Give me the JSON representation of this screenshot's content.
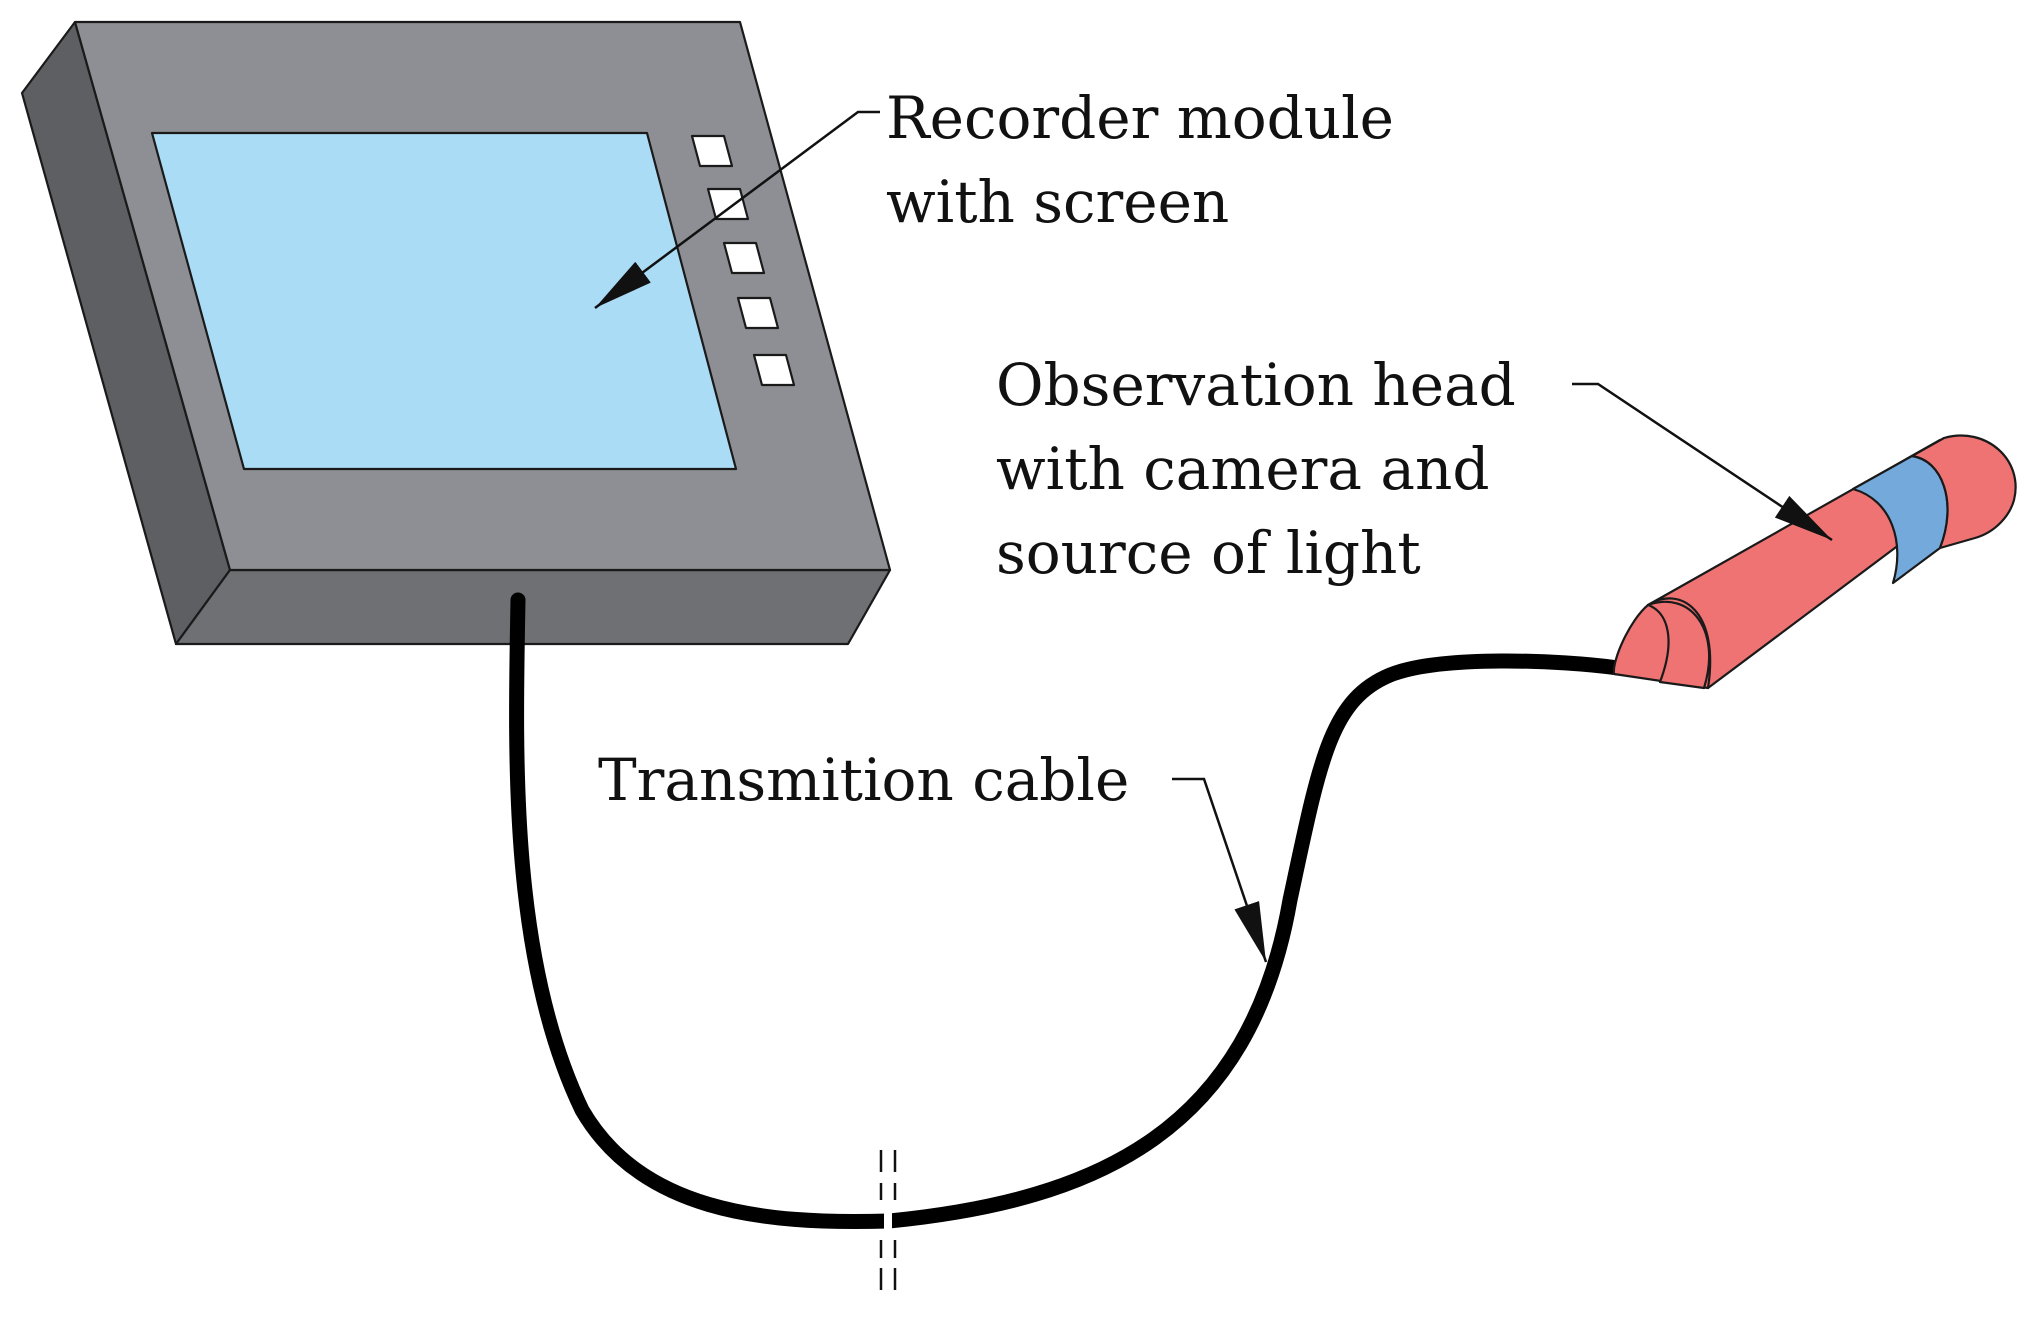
{
  "labels": {
    "recorder": [
      "Recorder module",
      "with screen"
    ],
    "head": [
      "Observation head",
      "with camera and",
      "source of light"
    ],
    "cable": "Transmition cable"
  },
  "colors": {
    "device_top": "#8e8f94",
    "device_left": "#5e5f63",
    "device_bottom": "#6f7074",
    "screen": "#aadcf5",
    "button": "#ffffff",
    "head_red": "#f07373",
    "head_blue": "#74a9dc",
    "cable": "#000000"
  }
}
